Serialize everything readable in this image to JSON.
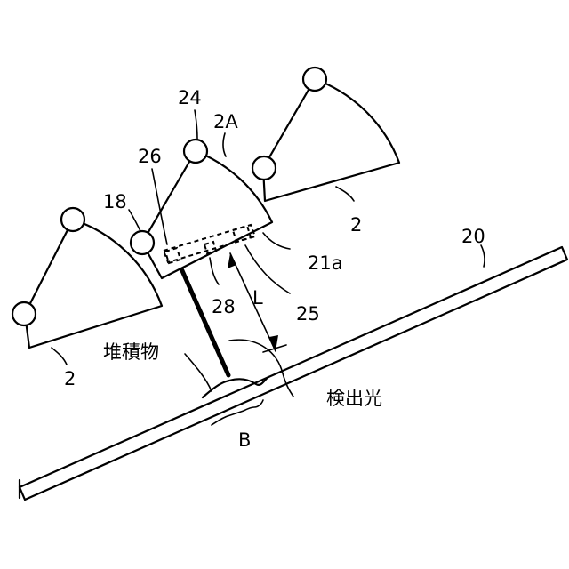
{
  "labels": {
    "ref_24": "24",
    "ref_2A": "2A",
    "ref_26": "26",
    "ref_18": "18",
    "ref_21a": "21a",
    "ref_28": "28",
    "ref_L": "L",
    "ref_25": "25",
    "ref_20": "20",
    "ref_2_left": "2",
    "ref_2_right": "2",
    "deposit": "堆積物",
    "detection_light": "検出光",
    "ref_B": "B"
  },
  "colors": {
    "line": "#000000",
    "background": "#ffffff"
  }
}
